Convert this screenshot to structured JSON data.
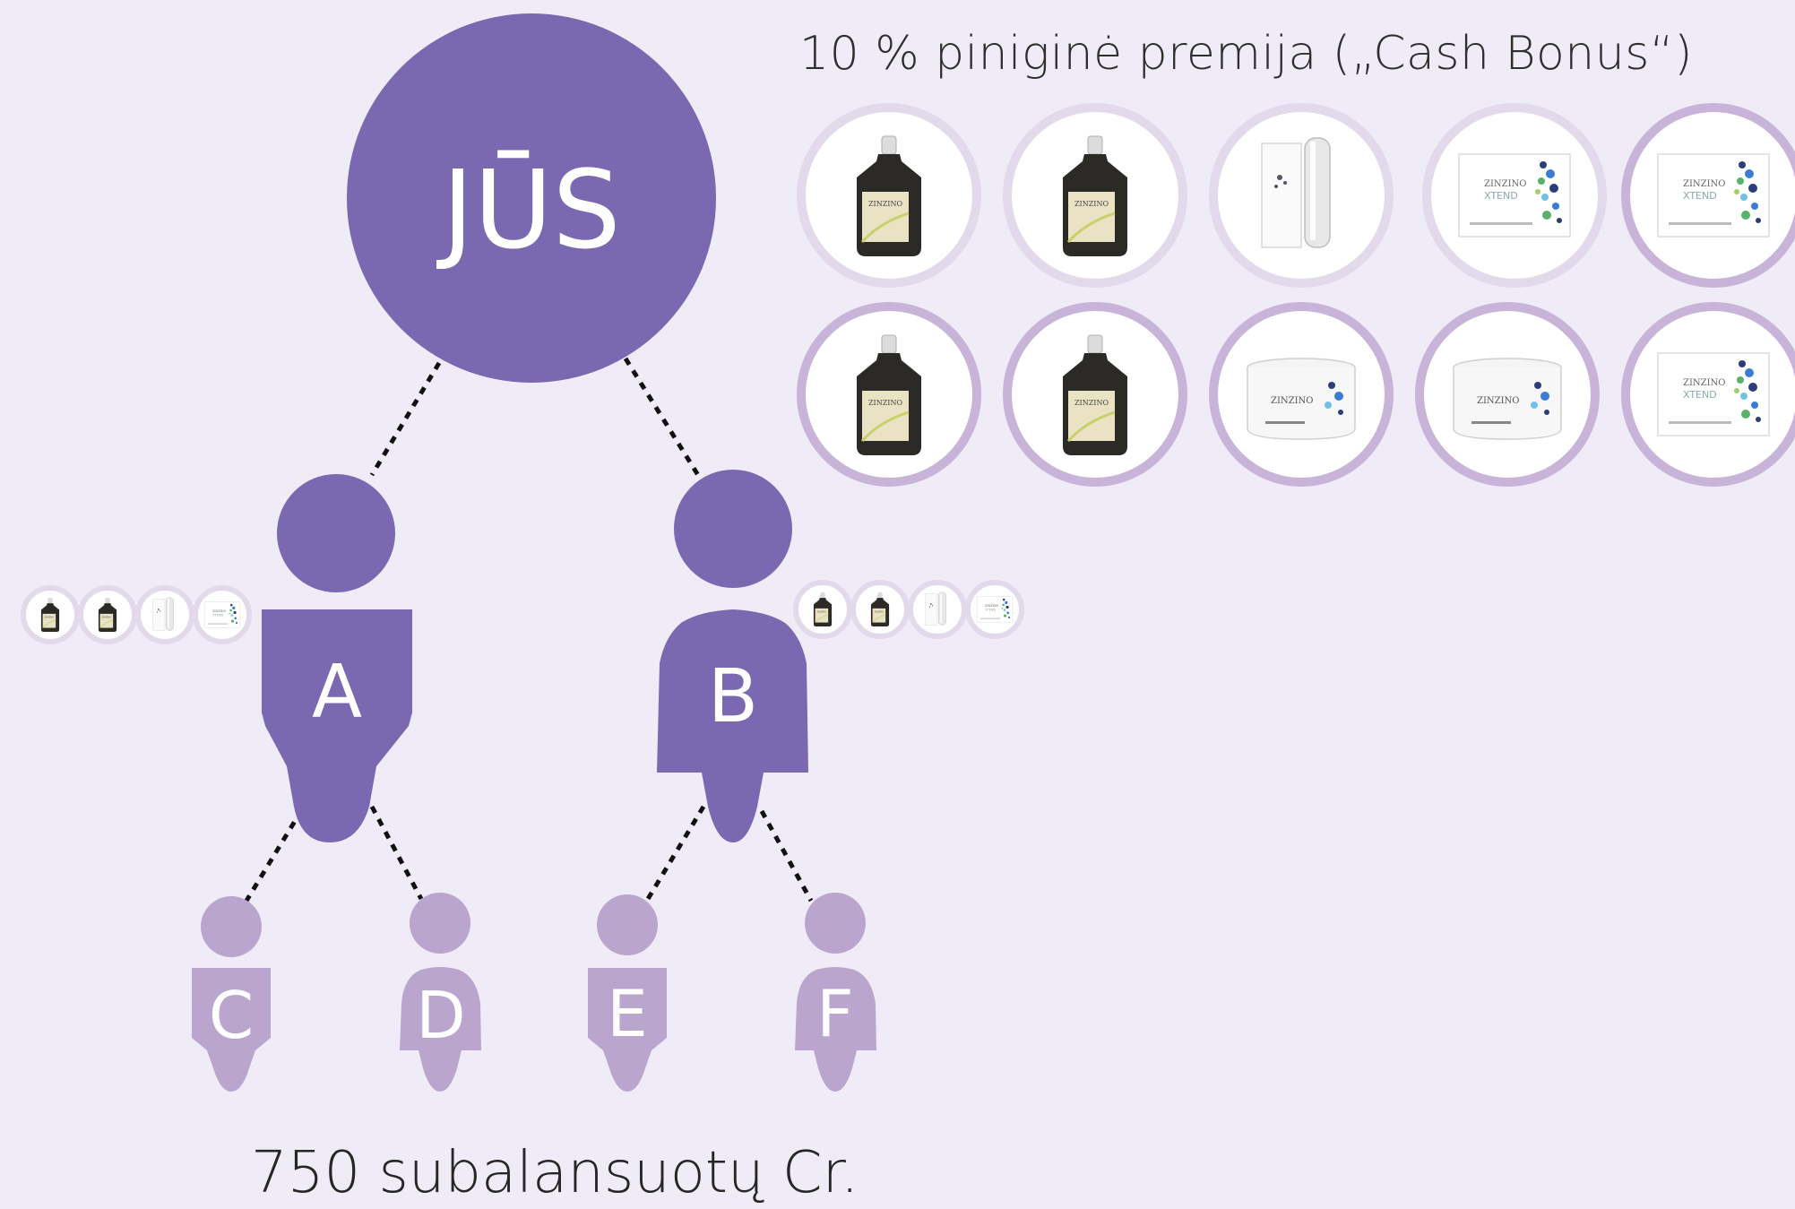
{
  "header": {
    "bonus_title": "10 % piniginė premija („Cash Bonus“)"
  },
  "root": {
    "label": "JŪS"
  },
  "level1": [
    {
      "label": "A"
    },
    {
      "label": "B"
    }
  ],
  "level2": [
    {
      "label": "C"
    },
    {
      "label": "D"
    },
    {
      "label": "E"
    },
    {
      "label": "F"
    }
  ],
  "products_row1": [
    {
      "icon": "omega-oil-bottle-icon"
    },
    {
      "icon": "omega-oil-bottle-icon"
    },
    {
      "icon": "serum-tube-box-icon"
    },
    {
      "icon": "xtend-box-icon"
    },
    {
      "icon": "xtend-box-icon"
    }
  ],
  "products_row2": [
    {
      "icon": "omega-oil-bottle-icon"
    },
    {
      "icon": "omega-oil-bottle-icon"
    },
    {
      "icon": "powder-jar-icon"
    },
    {
      "icon": "powder-jar-icon"
    },
    {
      "icon": "xtend-box-icon"
    }
  ],
  "footer": {
    "total_text": "750 subalansuotų Cr."
  },
  "colors": {
    "background": "#f0ecf7",
    "primary_purple": "#7a68b0",
    "light_purple": "#b9a5cd",
    "ring_light": "#e2d9ea",
    "ring_mid": "#c7b4d8",
    "ring_dark": "#a98ec5"
  }
}
